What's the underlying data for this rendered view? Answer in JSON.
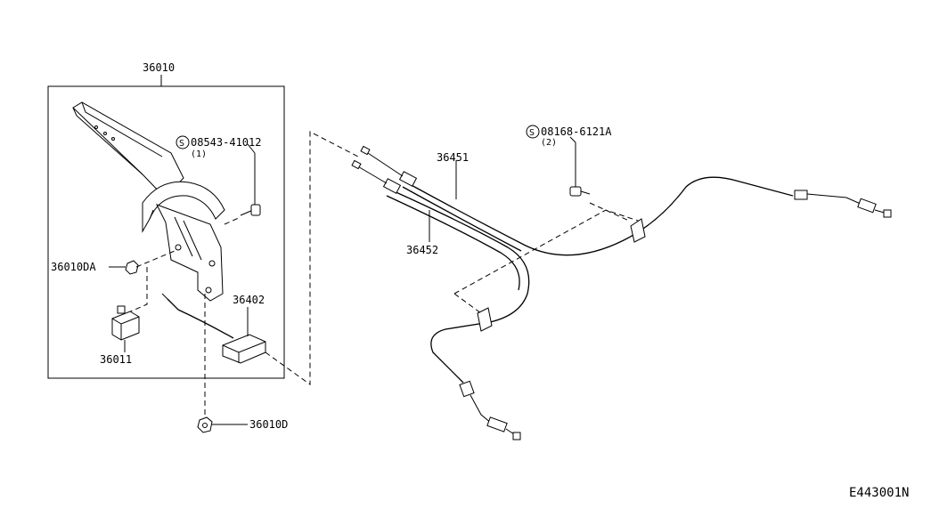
{
  "parts": {
    "p36010": "36010",
    "p08543": "08543-41012",
    "p08543_qty": "(1)",
    "p36010da": "36010DA",
    "p36011": "36011",
    "p36402": "36402",
    "p36010d": "36010D",
    "p36451": "36451",
    "p36452": "36452",
    "p08168": "08168-6121A",
    "p08168_qty": "(2)"
  },
  "symbols": {
    "bolt_symbol": "S"
  },
  "diagram_code": "E443001N"
}
